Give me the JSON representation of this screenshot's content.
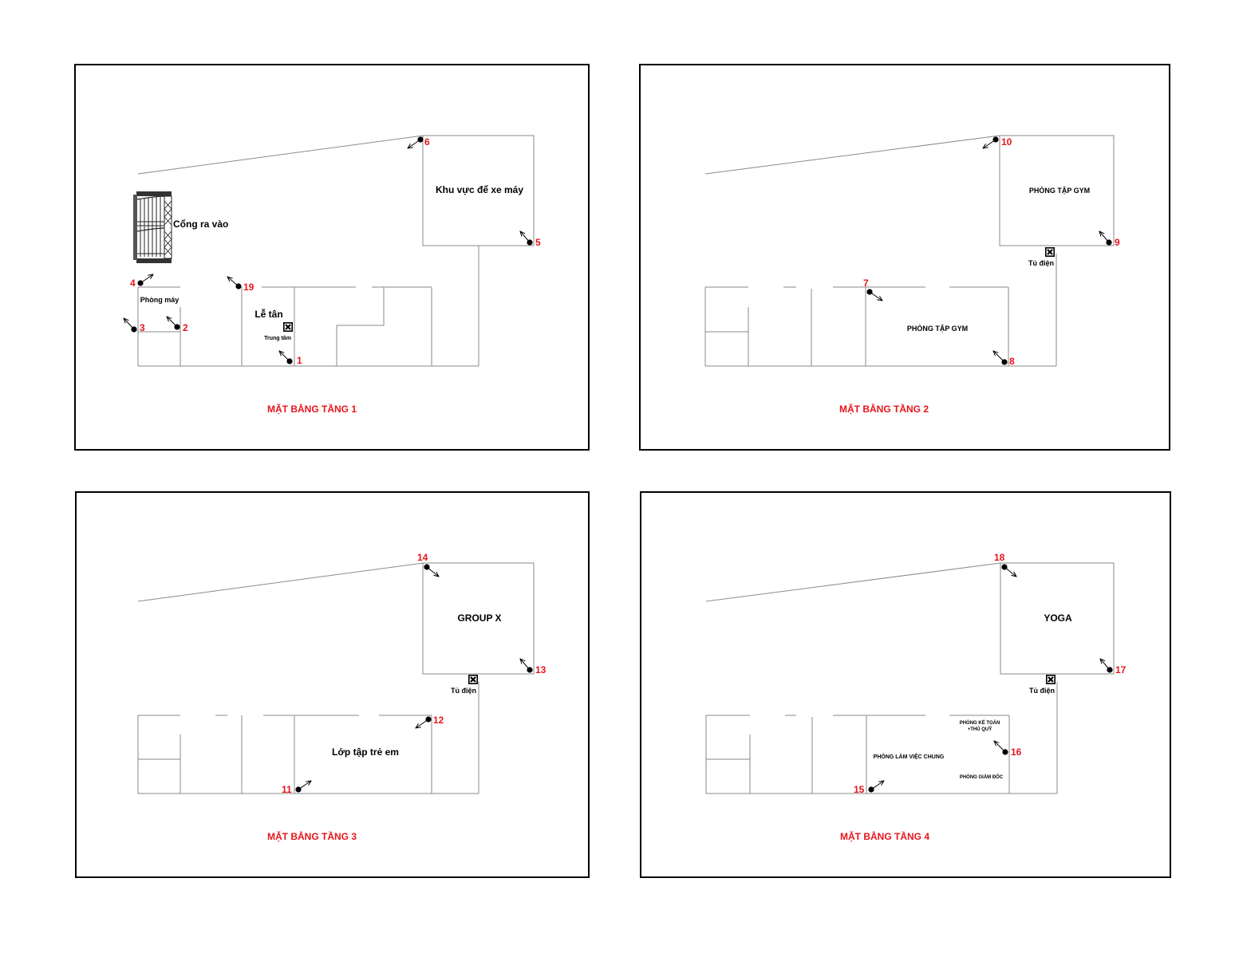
{
  "colors": {
    "accent": "#e8141b",
    "line": "#8a8a8a",
    "frame": "#000000",
    "text": "#000000"
  },
  "floors": [
    {
      "title": "MẶT BẰNG TẦNG 1",
      "rooms": [
        {
          "key": "parking",
          "label": "Khu vực để xe máy"
        },
        {
          "key": "gate",
          "label": "Cổng ra vào"
        },
        {
          "key": "machine",
          "label": "Phòng máy"
        },
        {
          "key": "reception",
          "label": "Lễ tân"
        },
        {
          "key": "center",
          "label": "Trung tâm"
        }
      ],
      "markers": [
        "1",
        "2",
        "3",
        "4",
        "5",
        "6",
        "19"
      ],
      "panel_icon": "electrical-panel-icon"
    },
    {
      "title": "MẶT BẰNG TẦNG 2",
      "rooms": [
        {
          "key": "gym_top",
          "label": "PHÒNG TẬP GYM"
        },
        {
          "key": "gym_main",
          "label": "PHÒNG TẬP GYM"
        },
        {
          "key": "panel",
          "label": "Tủ điện"
        }
      ],
      "markers": [
        "7",
        "8",
        "9",
        "10"
      ],
      "panel_icon": "electrical-panel-icon"
    },
    {
      "title": "MẶT BẰNG TẦNG 3",
      "rooms": [
        {
          "key": "groupx",
          "label": "GROUP X"
        },
        {
          "key": "kids",
          "label": "Lớp tập trẻ em"
        },
        {
          "key": "panel",
          "label": "Tủ điện"
        }
      ],
      "markers": [
        "11",
        "12",
        "13",
        "14"
      ],
      "panel_icon": "electrical-panel-icon"
    },
    {
      "title": "MẶT BẰNG TẦNG 4",
      "rooms": [
        {
          "key": "yoga",
          "label": "YOGA"
        },
        {
          "key": "panel",
          "label": "Tủ điện"
        },
        {
          "key": "accounting_1",
          "label": "PHÒNG KẾ TOÁN"
        },
        {
          "key": "accounting_2",
          "label": "+THỦ QUỸ"
        },
        {
          "key": "office",
          "label": "PHÒNG LÀM VIỆC CHUNG"
        },
        {
          "key": "director",
          "label": "PHÒNG GIÁM ĐỐC"
        }
      ],
      "markers": [
        "15",
        "16",
        "17",
        "18"
      ],
      "panel_icon": "electrical-panel-icon"
    }
  ]
}
